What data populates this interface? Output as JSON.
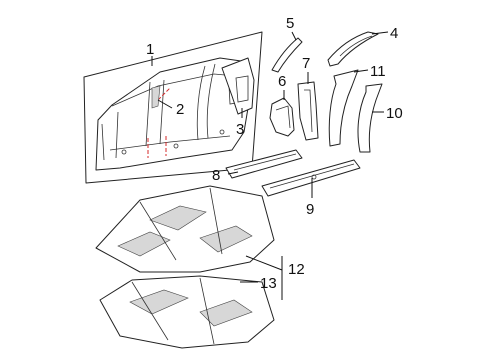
{
  "diagram": {
    "callouts": [
      {
        "number": "1"
      },
      {
        "number": "2"
      },
      {
        "number": "3"
      },
      {
        "number": "4"
      },
      {
        "number": "5"
      },
      {
        "number": "6"
      },
      {
        "number": "7"
      },
      {
        "number": "8"
      },
      {
        "number": "9"
      },
      {
        "number": "10"
      },
      {
        "number": "11"
      },
      {
        "number": "12"
      },
      {
        "number": "13"
      }
    ]
  }
}
